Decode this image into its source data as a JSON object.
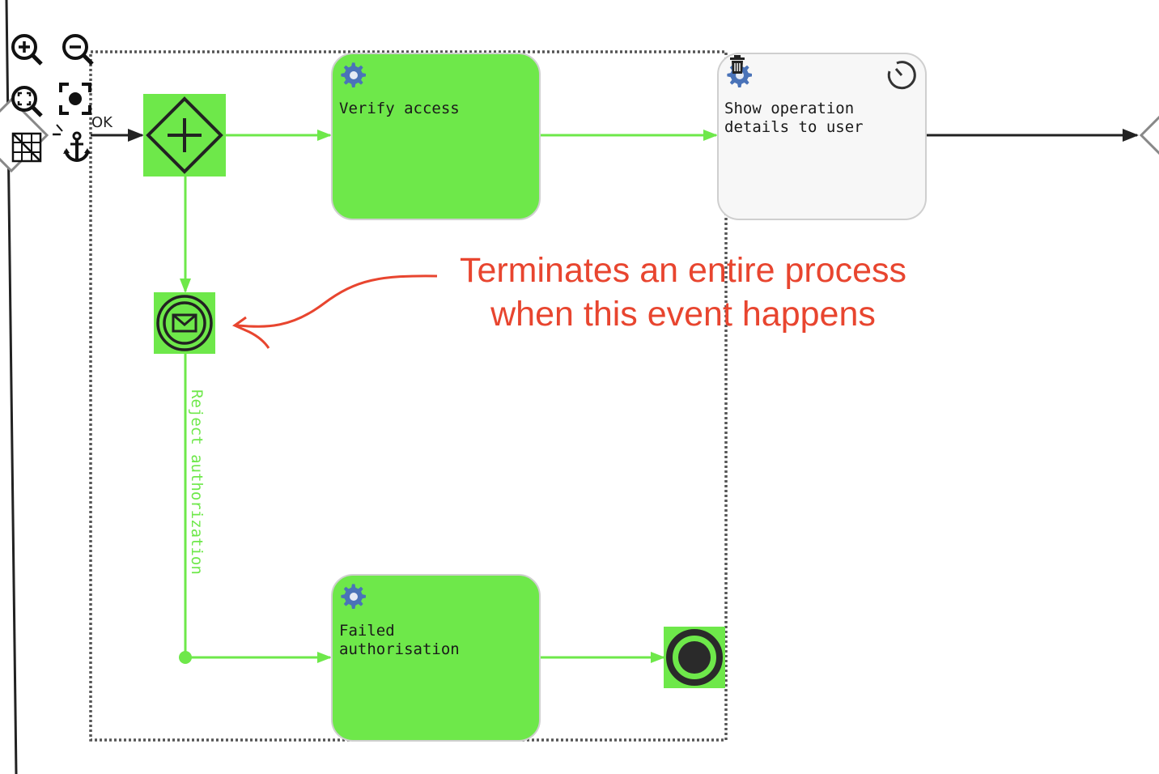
{
  "tasks": {
    "verify": {
      "lines": [
        "Verify access"
      ]
    },
    "show": {
      "lines": [
        "Show operation",
        "details to user"
      ]
    },
    "failed": {
      "lines": [
        "Failed",
        "authorisation"
      ]
    }
  },
  "flows": {
    "ok_label": "OK",
    "reject_label": "Reject authorization"
  },
  "annotation": {
    "line1": "Terminates an entire process",
    "line2": "when this event happens"
  },
  "toolbar": {
    "tools": [
      "zoom-in",
      "zoom-out",
      "zoom-fit",
      "fit-selection",
      "grid-toggle",
      "anchor"
    ]
  },
  "colors": {
    "active": "#6ee84a",
    "inactive_task": "#f7f7f7",
    "annotation": "#e8452f",
    "gear": "#4a73b8",
    "stroke": "#222222"
  }
}
